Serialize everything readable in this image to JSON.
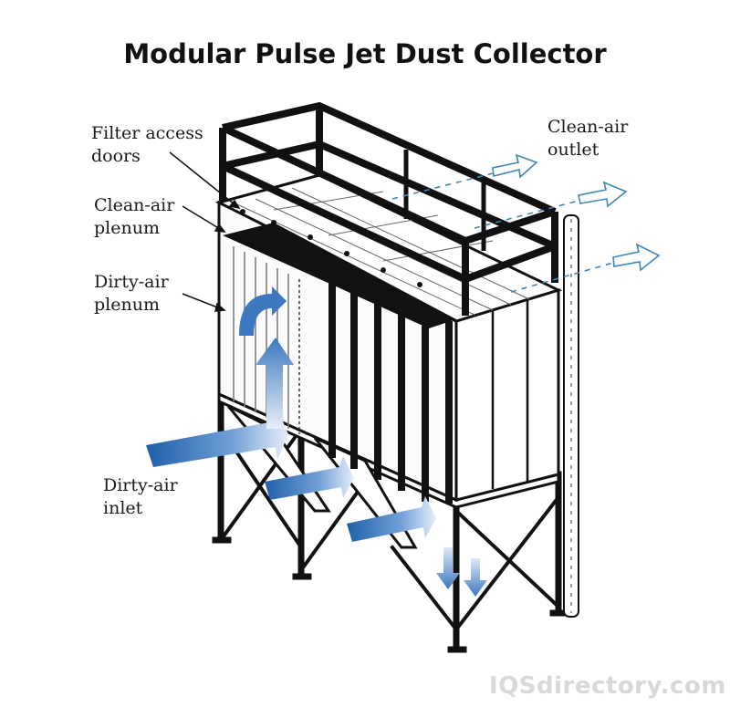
{
  "title": "Modular Pulse Jet Dust Collector",
  "labels": {
    "filter_access_doors": "Filter access\ndoors",
    "clean_air_plenum": "Clean-air\nplenum",
    "dirty_air_plenum": "Dirty-air\nplenum",
    "clean_air_outlet": "Clean-air\noutlet",
    "dirty_air_inlet": "Dirty-air\ninlet"
  },
  "watermark": "IQSdirectory.com",
  "colors": {
    "outline": "#111111",
    "flow_blue": "#2f6fb3",
    "flow_light": "#c9d8f0",
    "outlet_arrow": "#3c86b8"
  }
}
